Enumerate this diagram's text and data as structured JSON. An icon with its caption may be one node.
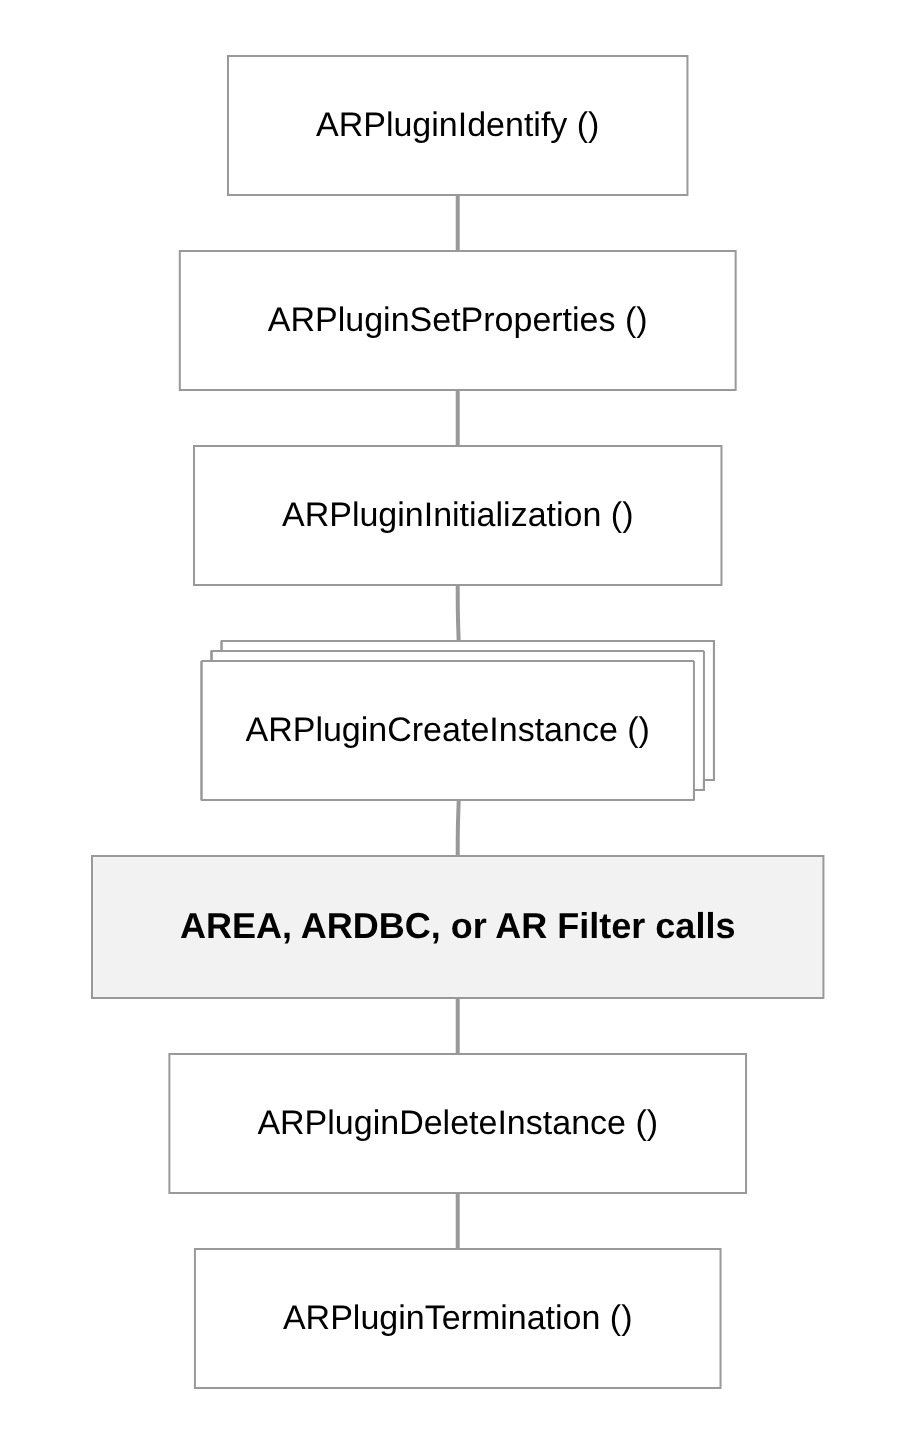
{
  "diagram": {
    "nodes": [
      {
        "text": [
          "ARPluginIdentify ()"
        ]
      },
      {
        "text": [
          "ARPluginSetProperties ()"
        ]
      },
      {
        "text": [
          "ARPluginInitialization ()"
        ]
      },
      {
        "text": [
          "ARPluginCreateInstance ()"
        ]
      },
      {
        "text": [
          "AREA, ARDBC, or AR Filter calls"
        ]
      },
      {
        "text": [
          "ARPluginDeleteInstance ()"
        ]
      },
      {
        "text": [
          "ARPluginTermination ()"
        ]
      }
    ],
    "edges": [
      {
        "from": 0,
        "to": 1,
        "arrow": "none"
      },
      {
        "from": 1,
        "to": 2,
        "arrow": "none"
      },
      {
        "from": 2,
        "to": 3,
        "arrow": "none"
      },
      {
        "from": 3,
        "to": 4,
        "arrow": "none"
      },
      {
        "from": 4,
        "to": 5,
        "arrow": "none"
      },
      {
        "from": 5,
        "to": 6,
        "arrow": "none"
      }
    ]
  }
}
